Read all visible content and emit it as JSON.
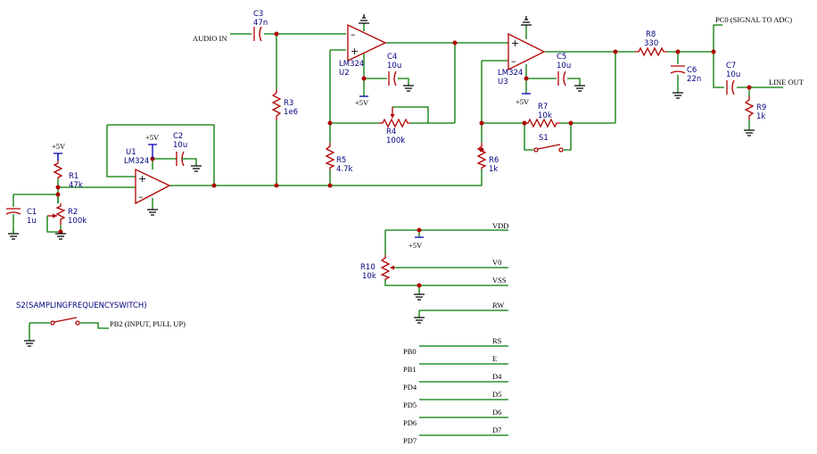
{
  "components": [
    {
      "id": "u1",
      "ref": "U1",
      "value": "LM324"
    },
    {
      "id": "u2",
      "ref": "U2",
      "value": "LM324"
    },
    {
      "id": "u3",
      "ref": "U3",
      "value": "LM324"
    },
    {
      "id": "c1",
      "ref": "C1",
      "value": "1u"
    },
    {
      "id": "c2",
      "ref": "C2",
      "value": "10u"
    },
    {
      "id": "c3",
      "ref": "C3",
      "value": "47n"
    },
    {
      "id": "c4",
      "ref": "C4",
      "value": "10u"
    },
    {
      "id": "c5",
      "ref": "C5",
      "value": "10u"
    },
    {
      "id": "c6",
      "ref": "C6",
      "value": "22n"
    },
    {
      "id": "c7",
      "ref": "C7",
      "value": "10u"
    },
    {
      "id": "r1",
      "ref": "R1",
      "value": "47k"
    },
    {
      "id": "r2",
      "ref": "R2",
      "value": "100k"
    },
    {
      "id": "r3",
      "ref": "R3",
      "value": "1e6"
    },
    {
      "id": "r4",
      "ref": "R4",
      "value": "100k"
    },
    {
      "id": "r5",
      "ref": "R5",
      "value": "4.7k"
    },
    {
      "id": "r6",
      "ref": "R6",
      "value": "1k"
    },
    {
      "id": "r7",
      "ref": "R7",
      "value": "10k"
    },
    {
      "id": "r8",
      "ref": "R8",
      "value": "330"
    },
    {
      "id": "r9",
      "ref": "R9",
      "value": "1k"
    },
    {
      "id": "r10",
      "ref": "R10",
      "value": "10k"
    },
    {
      "id": "s1",
      "ref": "S1",
      "value": ""
    },
    {
      "id": "s2",
      "ref": "S2(SAMPLINGFREQUENCYSWITCH)",
      "value": ""
    }
  ],
  "supplies": {
    "plus5": "+5V"
  },
  "nets": {
    "audio_in": "AUDIO IN",
    "pc0": "PC0 (SIGNAL TO ADC)",
    "line_out": "LINE OUT",
    "pb2": "PB2 (INPUT, PULL UP)"
  },
  "opamp_signs": {
    "plus": "+",
    "minus": "–"
  },
  "lcd_right": [
    "VDD",
    "V0",
    "VSS",
    "RW",
    "RS",
    "E",
    "D4",
    "D5",
    "D6",
    "D7"
  ],
  "lcd_left": [
    "PB0",
    "PB1",
    "PD4",
    "PD5",
    "PD6",
    "PD7"
  ]
}
